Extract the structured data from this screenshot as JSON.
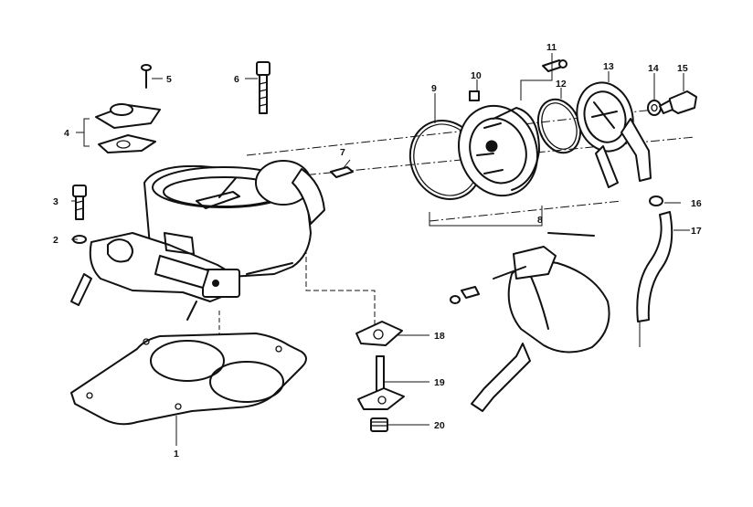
{
  "diagram": {
    "type": "exploded parts diagram",
    "callouts": [
      {
        "id": "c1",
        "label": "1"
      },
      {
        "id": "c2",
        "label": "2"
      },
      {
        "id": "c3",
        "label": "3"
      },
      {
        "id": "c4",
        "label": "4"
      },
      {
        "id": "c5",
        "label": "5"
      },
      {
        "id": "c6",
        "label": "6"
      },
      {
        "id": "c7",
        "label": "7"
      },
      {
        "id": "c8",
        "label": "8"
      },
      {
        "id": "c9",
        "label": "9"
      },
      {
        "id": "c10",
        "label": "10"
      },
      {
        "id": "c11",
        "label": "11"
      },
      {
        "id": "c12",
        "label": "12"
      },
      {
        "id": "c13",
        "label": "13"
      },
      {
        "id": "c14",
        "label": "14"
      },
      {
        "id": "c15",
        "label": "15"
      },
      {
        "id": "c16",
        "label": "16"
      },
      {
        "id": "c17",
        "label": "17"
      },
      {
        "id": "c18",
        "label": "18"
      },
      {
        "id": "c19",
        "label": "19"
      },
      {
        "id": "c20",
        "label": "20"
      }
    ]
  }
}
